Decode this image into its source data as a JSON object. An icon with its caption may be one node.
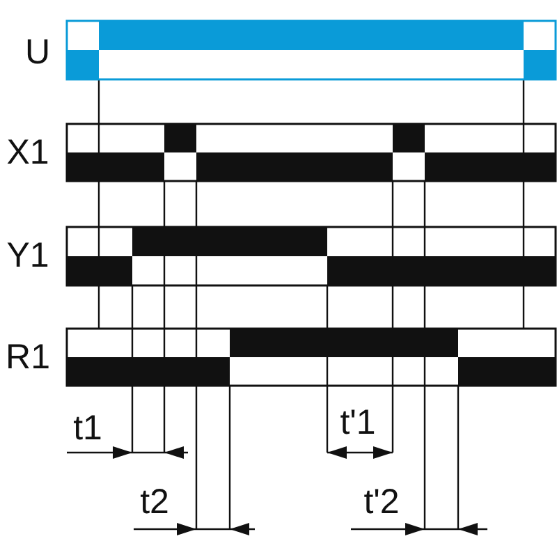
{
  "diagram": {
    "labels": [
      "U",
      "X1",
      "Y1",
      "R1",
      "t1",
      "t'1",
      "t2",
      "t'2"
    ]
  }
}
